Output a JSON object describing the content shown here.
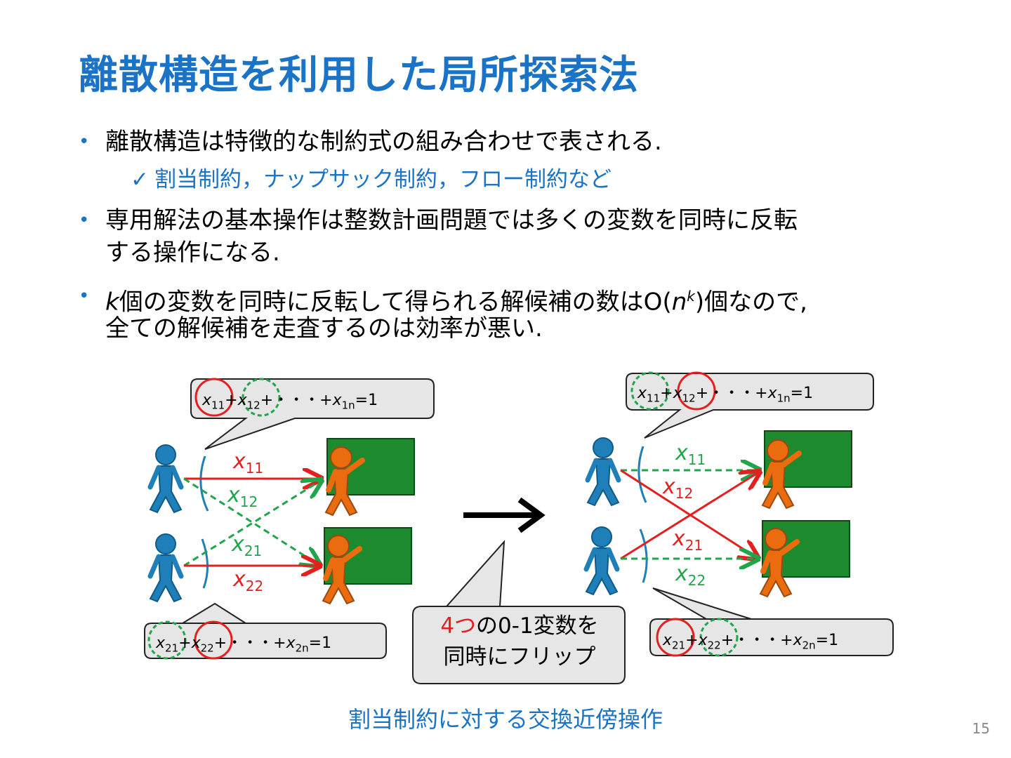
{
  "title": "離散構造を利用した局所探索法",
  "bullets": [
    "離散構造は特徴的な制約式の組み合わせで表される.",
    "専用解法の基本操作は整数計画問題では多くの変数を同時に反転",
    "する操作になる.",
    "個の変数を同時に反転して得られる解候補の数はO(",
    ")個なので,",
    "全ての解候補を走査するのは効率が悪い."
  ],
  "bullet_vars": {
    "k": "k",
    "n": "n",
    "sup": "k"
  },
  "check_item": "割当制約，ナップサック制約，フロー制約など",
  "check_mark": "✓",
  "bullet_symbol": "•",
  "arrow_symbol": "→",
  "constraints": {
    "row1_prefix": "x",
    "row1": [
      "11",
      "12",
      "1n"
    ],
    "row2": [
      "21",
      "22",
      "2n"
    ],
    "plus": "+",
    "dots": "・・・",
    "equals": "=1"
  },
  "edge_labels": {
    "x11": "11",
    "x12": "12",
    "x21": "21",
    "x22": "22",
    "var": "x"
  },
  "mid_callout": {
    "red": "4つ",
    "rest": "の0-1変数を",
    "line2": "同時にフリップ"
  },
  "caption": "割当制約に対する交換近傍操作",
  "page_number": "15",
  "colors": {
    "blue": "#1a73c6",
    "red": "#e41f1f",
    "green": "#1fa64a",
    "person_blue": "#1f7fb8",
    "person_orange": "#ea6c0e",
    "board": "#1e8a2e"
  }
}
